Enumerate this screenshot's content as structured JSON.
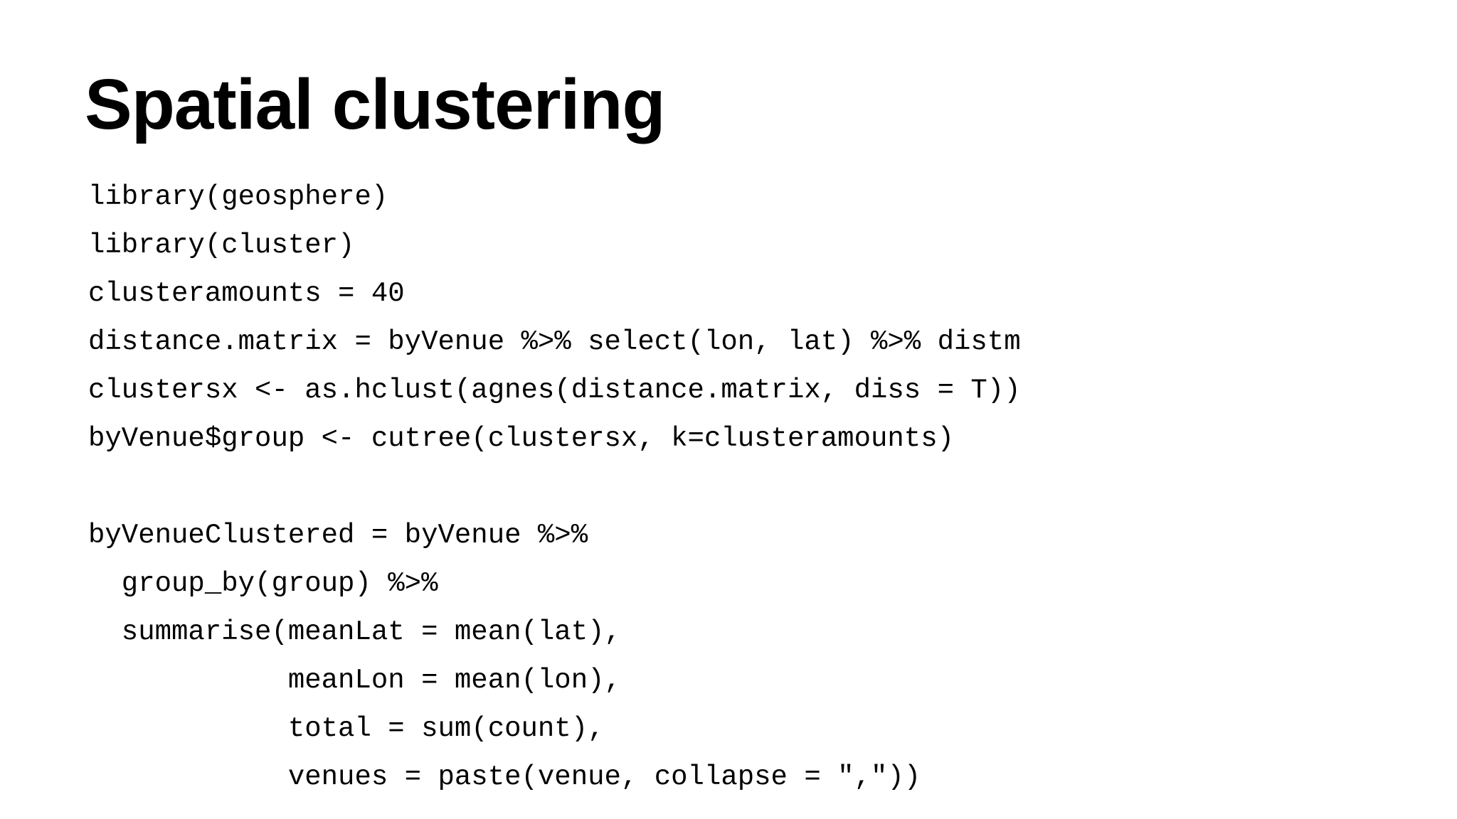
{
  "slide": {
    "title": "Spatial clustering",
    "code_lines": [
      "library(geosphere)",
      "library(cluster)",
      "clusteramounts = 40",
      "distance.matrix = byVenue %>% select(lon, lat) %>% distm",
      "clustersx <- as.hclust(agnes(distance.matrix, diss = T))",
      "byVenue$group <- cutree(clustersx, k=clusteramounts)",
      "",
      "byVenueClustered = byVenue %>%",
      "  group_by(group) %>%",
      "  summarise(meanLat = mean(lat),",
      "            meanLon = mean(lon),",
      "            total = sum(count),",
      "            venues = paste(venue, collapse = \",\"))"
    ],
    "colors": {
      "background": "#ffffff",
      "text": "#000000"
    }
  }
}
